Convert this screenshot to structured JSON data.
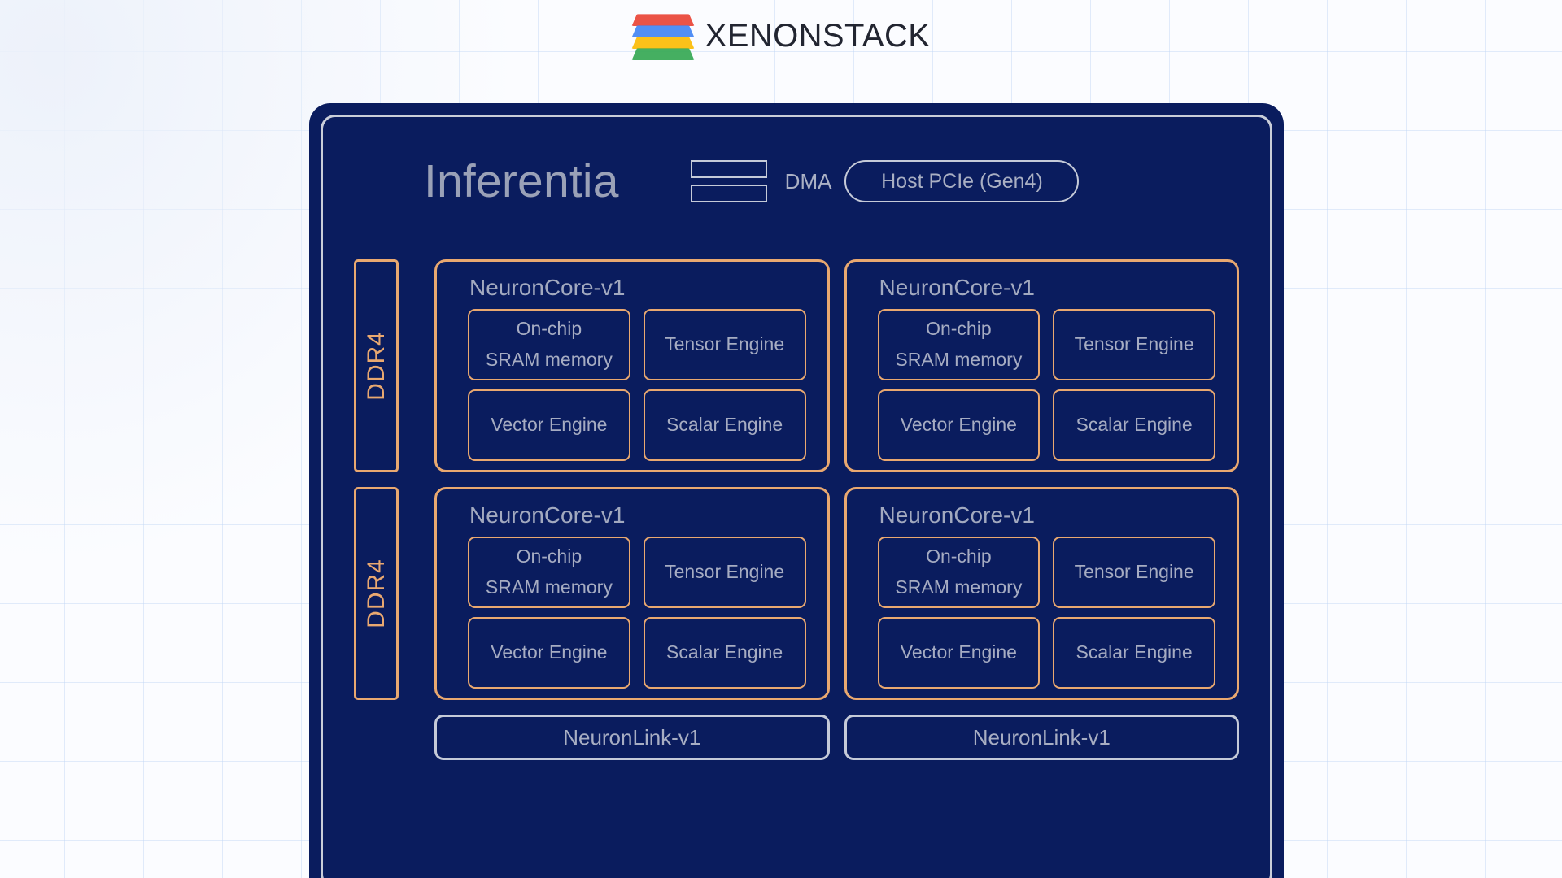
{
  "brand": {
    "name": "XENONSTACK",
    "logo_layers": [
      "#ea4335",
      "#4285f4",
      "#fbbc05",
      "#34a853"
    ]
  },
  "diagram": {
    "title": "Inferentia",
    "dma_label": "DMA",
    "host_interface": "Host PCIe (Gen4)",
    "colors": {
      "card_background": "#0a1c5e",
      "card_border": "#c9cdd9",
      "accent_orange": "#e9a870",
      "text_gray": "#a6acc2",
      "page_background": "#fbfcff"
    },
    "memory_columns": [
      {
        "label": "DDR4"
      },
      {
        "label": "DDR4"
      }
    ],
    "core_rows": [
      {
        "memory": "DDR4",
        "cores": [
          {
            "title": "NeuronCore-v1",
            "engines": [
              {
                "lines": [
                  "On-chip",
                  "SRAM memory"
                ]
              },
              {
                "lines": [
                  "Tensor Engine"
                ]
              },
              {
                "lines": [
                  "Vector Engine"
                ]
              },
              {
                "lines": [
                  "Scalar Engine"
                ]
              }
            ]
          },
          {
            "title": "NeuronCore-v1",
            "engines": [
              {
                "lines": [
                  "On-chip",
                  "SRAM memory"
                ]
              },
              {
                "lines": [
                  "Tensor Engine"
                ]
              },
              {
                "lines": [
                  "Vector Engine"
                ]
              },
              {
                "lines": [
                  "Scalar Engine"
                ]
              }
            ]
          }
        ]
      },
      {
        "memory": "DDR4",
        "cores": [
          {
            "title": "NeuronCore-v1",
            "engines": [
              {
                "lines": [
                  "On-chip",
                  "SRAM memory"
                ]
              },
              {
                "lines": [
                  "Tensor Engine"
                ]
              },
              {
                "lines": [
                  "Vector Engine"
                ]
              },
              {
                "lines": [
                  "Scalar Engine"
                ]
              }
            ]
          },
          {
            "title": "NeuronCore-v1",
            "engines": [
              {
                "lines": [
                  "On-chip",
                  "SRAM memory"
                ]
              },
              {
                "lines": [
                  "Tensor Engine"
                ]
              },
              {
                "lines": [
                  "Vector Engine"
                ]
              },
              {
                "lines": [
                  "Scalar Engine"
                ]
              }
            ]
          }
        ]
      }
    ],
    "links": [
      {
        "label": "NeuronLink-v1"
      },
      {
        "label": "NeuronLink-v1"
      }
    ]
  }
}
